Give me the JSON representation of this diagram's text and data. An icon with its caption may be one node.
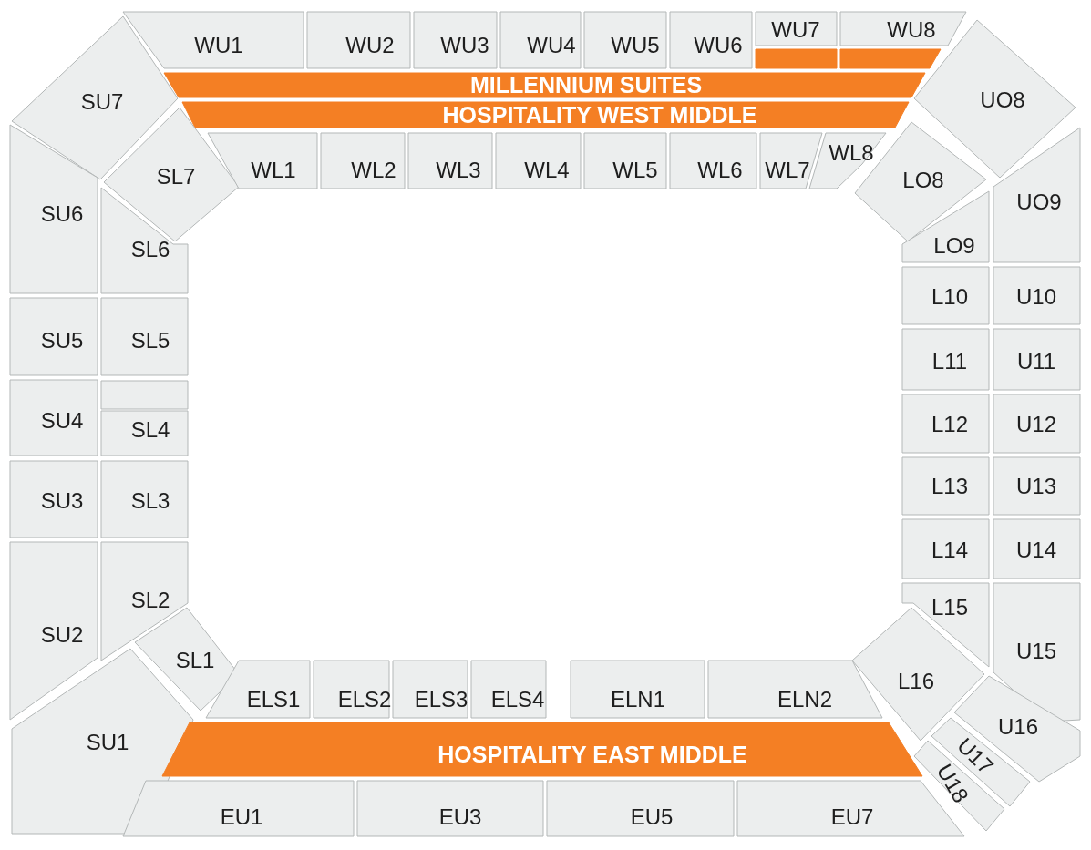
{
  "diagram": {
    "nodes": [
      {
        "text": [
          "WU1"
        ]
      },
      {
        "text": [
          "WU2"
        ]
      },
      {
        "text": [
          "WU3"
        ]
      },
      {
        "text": [
          "WU4"
        ]
      },
      {
        "text": [
          "WU5"
        ]
      },
      {
        "text": [
          "WU6"
        ]
      },
      {
        "text": [
          "WU7"
        ]
      },
      {
        "text": [
          "WU8"
        ]
      },
      {
        "text": [],
        "shape": "bar"
      },
      {
        "text": [],
        "shape": "bar"
      },
      {
        "text": [
          "SU7"
        ]
      },
      {
        "text": [
          "UO8"
        ]
      },
      {
        "text": [
          "MILLENNIUM SUITES"
        ]
      },
      {
        "text": [
          "HOSPITALITY WEST MIDDLE"
        ]
      },
      {
        "text": [
          "SL7"
        ]
      },
      {
        "text": [
          "WL1"
        ]
      },
      {
        "text": [
          "WL2"
        ]
      },
      {
        "text": [
          "WL3"
        ]
      },
      {
        "text": [
          "WL4"
        ]
      },
      {
        "text": [
          "WL5"
        ]
      },
      {
        "text": [
          "WL6"
        ]
      },
      {
        "text": [
          "WL7"
        ]
      },
      {
        "text": [
          "WL8"
        ]
      },
      {
        "text": [
          "LO8"
        ]
      },
      {
        "text": [
          "SU6"
        ]
      },
      {
        "text": [
          "UO9"
        ]
      },
      {
        "text": [
          "LO9"
        ]
      },
      {
        "text": [
          "SL6"
        ]
      },
      {
        "text": [
          "L10"
        ]
      },
      {
        "text": [
          "U10"
        ]
      },
      {
        "text": [
          "SU5"
        ]
      },
      {
        "text": [
          "SL5"
        ]
      },
      {
        "text": [
          "L11"
        ]
      },
      {
        "text": [
          "U11"
        ]
      },
      {
        "text": [],
        "shape": "box"
      },
      {
        "text": [
          "SU4"
        ]
      },
      {
        "text": [
          "SL4"
        ]
      },
      {
        "text": [
          "L12"
        ]
      },
      {
        "text": [
          "U12"
        ]
      },
      {
        "text": [
          "L13"
        ]
      },
      {
        "text": [
          "U13"
        ]
      },
      {
        "text": [
          "SU3"
        ]
      },
      {
        "text": [
          "SL3"
        ]
      },
      {
        "text": [
          "L14"
        ]
      },
      {
        "text": [
          "U14"
        ]
      },
      {
        "text": [
          "SL2"
        ]
      },
      {
        "text": [
          "L15"
        ]
      },
      {
        "text": [
          "SU2"
        ]
      },
      {
        "text": [
          "U15"
        ]
      },
      {
        "text": [
          "SL1"
        ]
      },
      {
        "text": [
          "L16"
        ]
      },
      {
        "text": [
          "ELS1"
        ]
      },
      {
        "text": [
          "ELS2"
        ]
      },
      {
        "text": [
          "ELS3"
        ]
      },
      {
        "text": [
          "ELS4"
        ]
      },
      {
        "text": [
          "ELN1"
        ]
      },
      {
        "text": [
          "ELN2"
        ]
      },
      {
        "text": [
          "U16"
        ]
      },
      {
        "text": [
          "SU1"
        ]
      },
      {
        "text": [
          "HOSPITALITY EAST MIDDLE"
        ]
      },
      {
        "text": [
          "U17"
        ]
      },
      {
        "text": [
          "U18"
        ]
      },
      {
        "text": [
          "EU1"
        ]
      },
      {
        "text": [
          "EU3"
        ]
      },
      {
        "text": [
          "EU5"
        ]
      },
      {
        "text": [
          "EU7"
        ]
      }
    ]
  }
}
